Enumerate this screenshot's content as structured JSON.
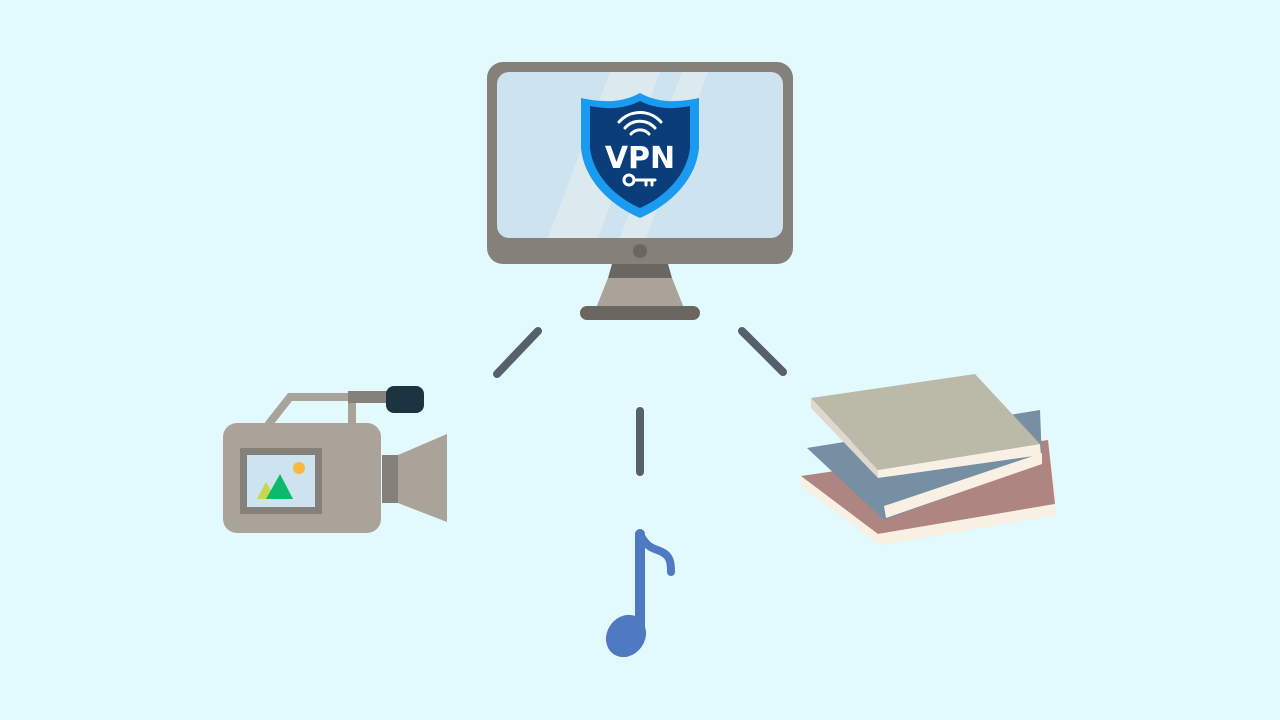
{
  "scene": {
    "background": "#e2f9fe",
    "monitor": {
      "badge_text": "VPN",
      "icons": [
        "wifi-signal-icon",
        "key-icon",
        "shield-icon"
      ],
      "colors": {
        "frame": "#85807a",
        "screen": "#cde3ef",
        "stand": "#aaa39a",
        "shield_outer": "#1a9bf0",
        "shield_inner": "#0a3d7a"
      }
    },
    "connectors": {
      "color": "#56606c",
      "count": 3
    },
    "devices": [
      {
        "name": "video-camera",
        "icon": "video-camera-icon"
      },
      {
        "name": "music-note",
        "icon": "music-note-icon",
        "color": "#4f79c0"
      },
      {
        "name": "books",
        "icon": "books-stack-icon"
      }
    ]
  }
}
